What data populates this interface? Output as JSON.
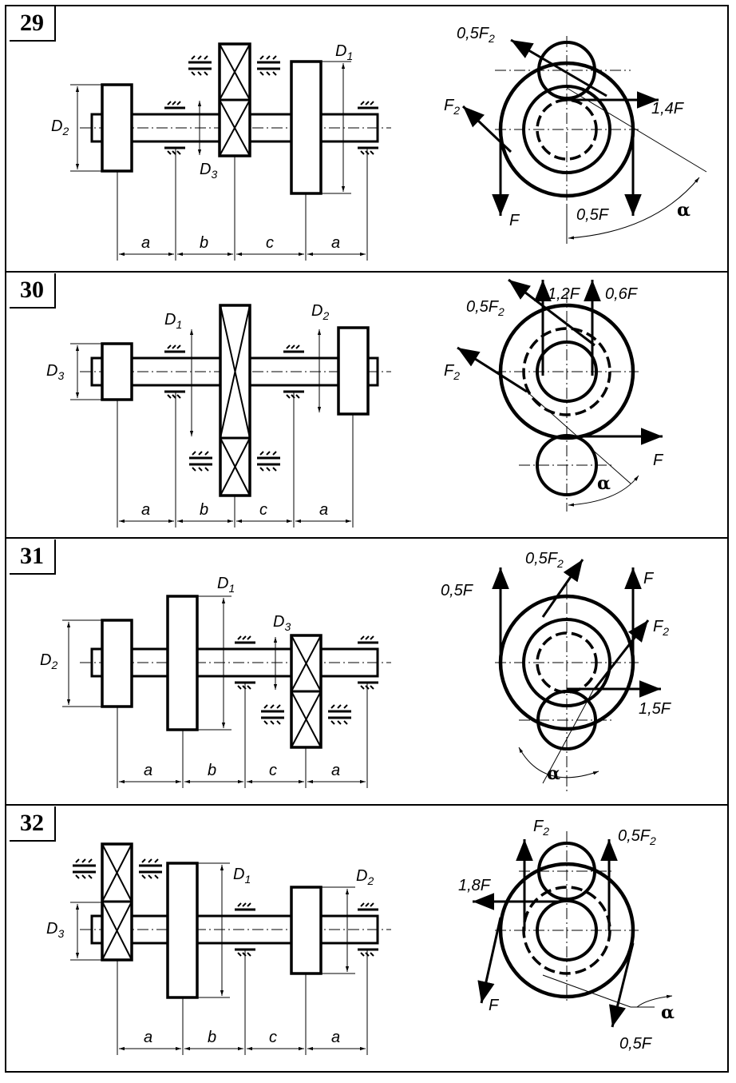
{
  "variants": [
    {
      "number": "29",
      "shaft_labels": {
        "d1": "D1",
        "d2": "D2",
        "d3": "D3"
      },
      "dims": [
        "a",
        "b",
        "c",
        "a"
      ],
      "forces": {
        "f": "F",
        "f2": "F2",
        "half_f": "0,5F",
        "half_f2": "0,5F2",
        "k": "1,4F"
      },
      "angle": "α"
    },
    {
      "number": "30",
      "shaft_labels": {
        "d1": "D1",
        "d2": "D2",
        "d3": "D3"
      },
      "dims": [
        "a",
        "b",
        "c",
        "a"
      ],
      "forces": {
        "f": "F",
        "f2": "F2",
        "half_f2": "0,5F2",
        "k": "1,2F",
        "k2": "0,6F"
      },
      "angle": "α"
    },
    {
      "number": "31",
      "shaft_labels": {
        "d1": "D1",
        "d2": "D2",
        "d3": "D3"
      },
      "dims": [
        "a",
        "b",
        "c",
        "a"
      ],
      "forces": {
        "f": "F",
        "f2": "F2",
        "half_f": "0,5F",
        "half_f2": "0,5F2",
        "k": "1,5F"
      },
      "angle": "α"
    },
    {
      "number": "32",
      "shaft_labels": {
        "d1": "D1",
        "d2": "D2",
        "d3": "D3"
      },
      "dims": [
        "a",
        "b",
        "c",
        "a"
      ],
      "forces": {
        "f": "F",
        "f2": "F2",
        "half_f": "0,5F",
        "half_f2": "0,5F2",
        "k": "1,8F"
      },
      "angle": "α"
    }
  ]
}
